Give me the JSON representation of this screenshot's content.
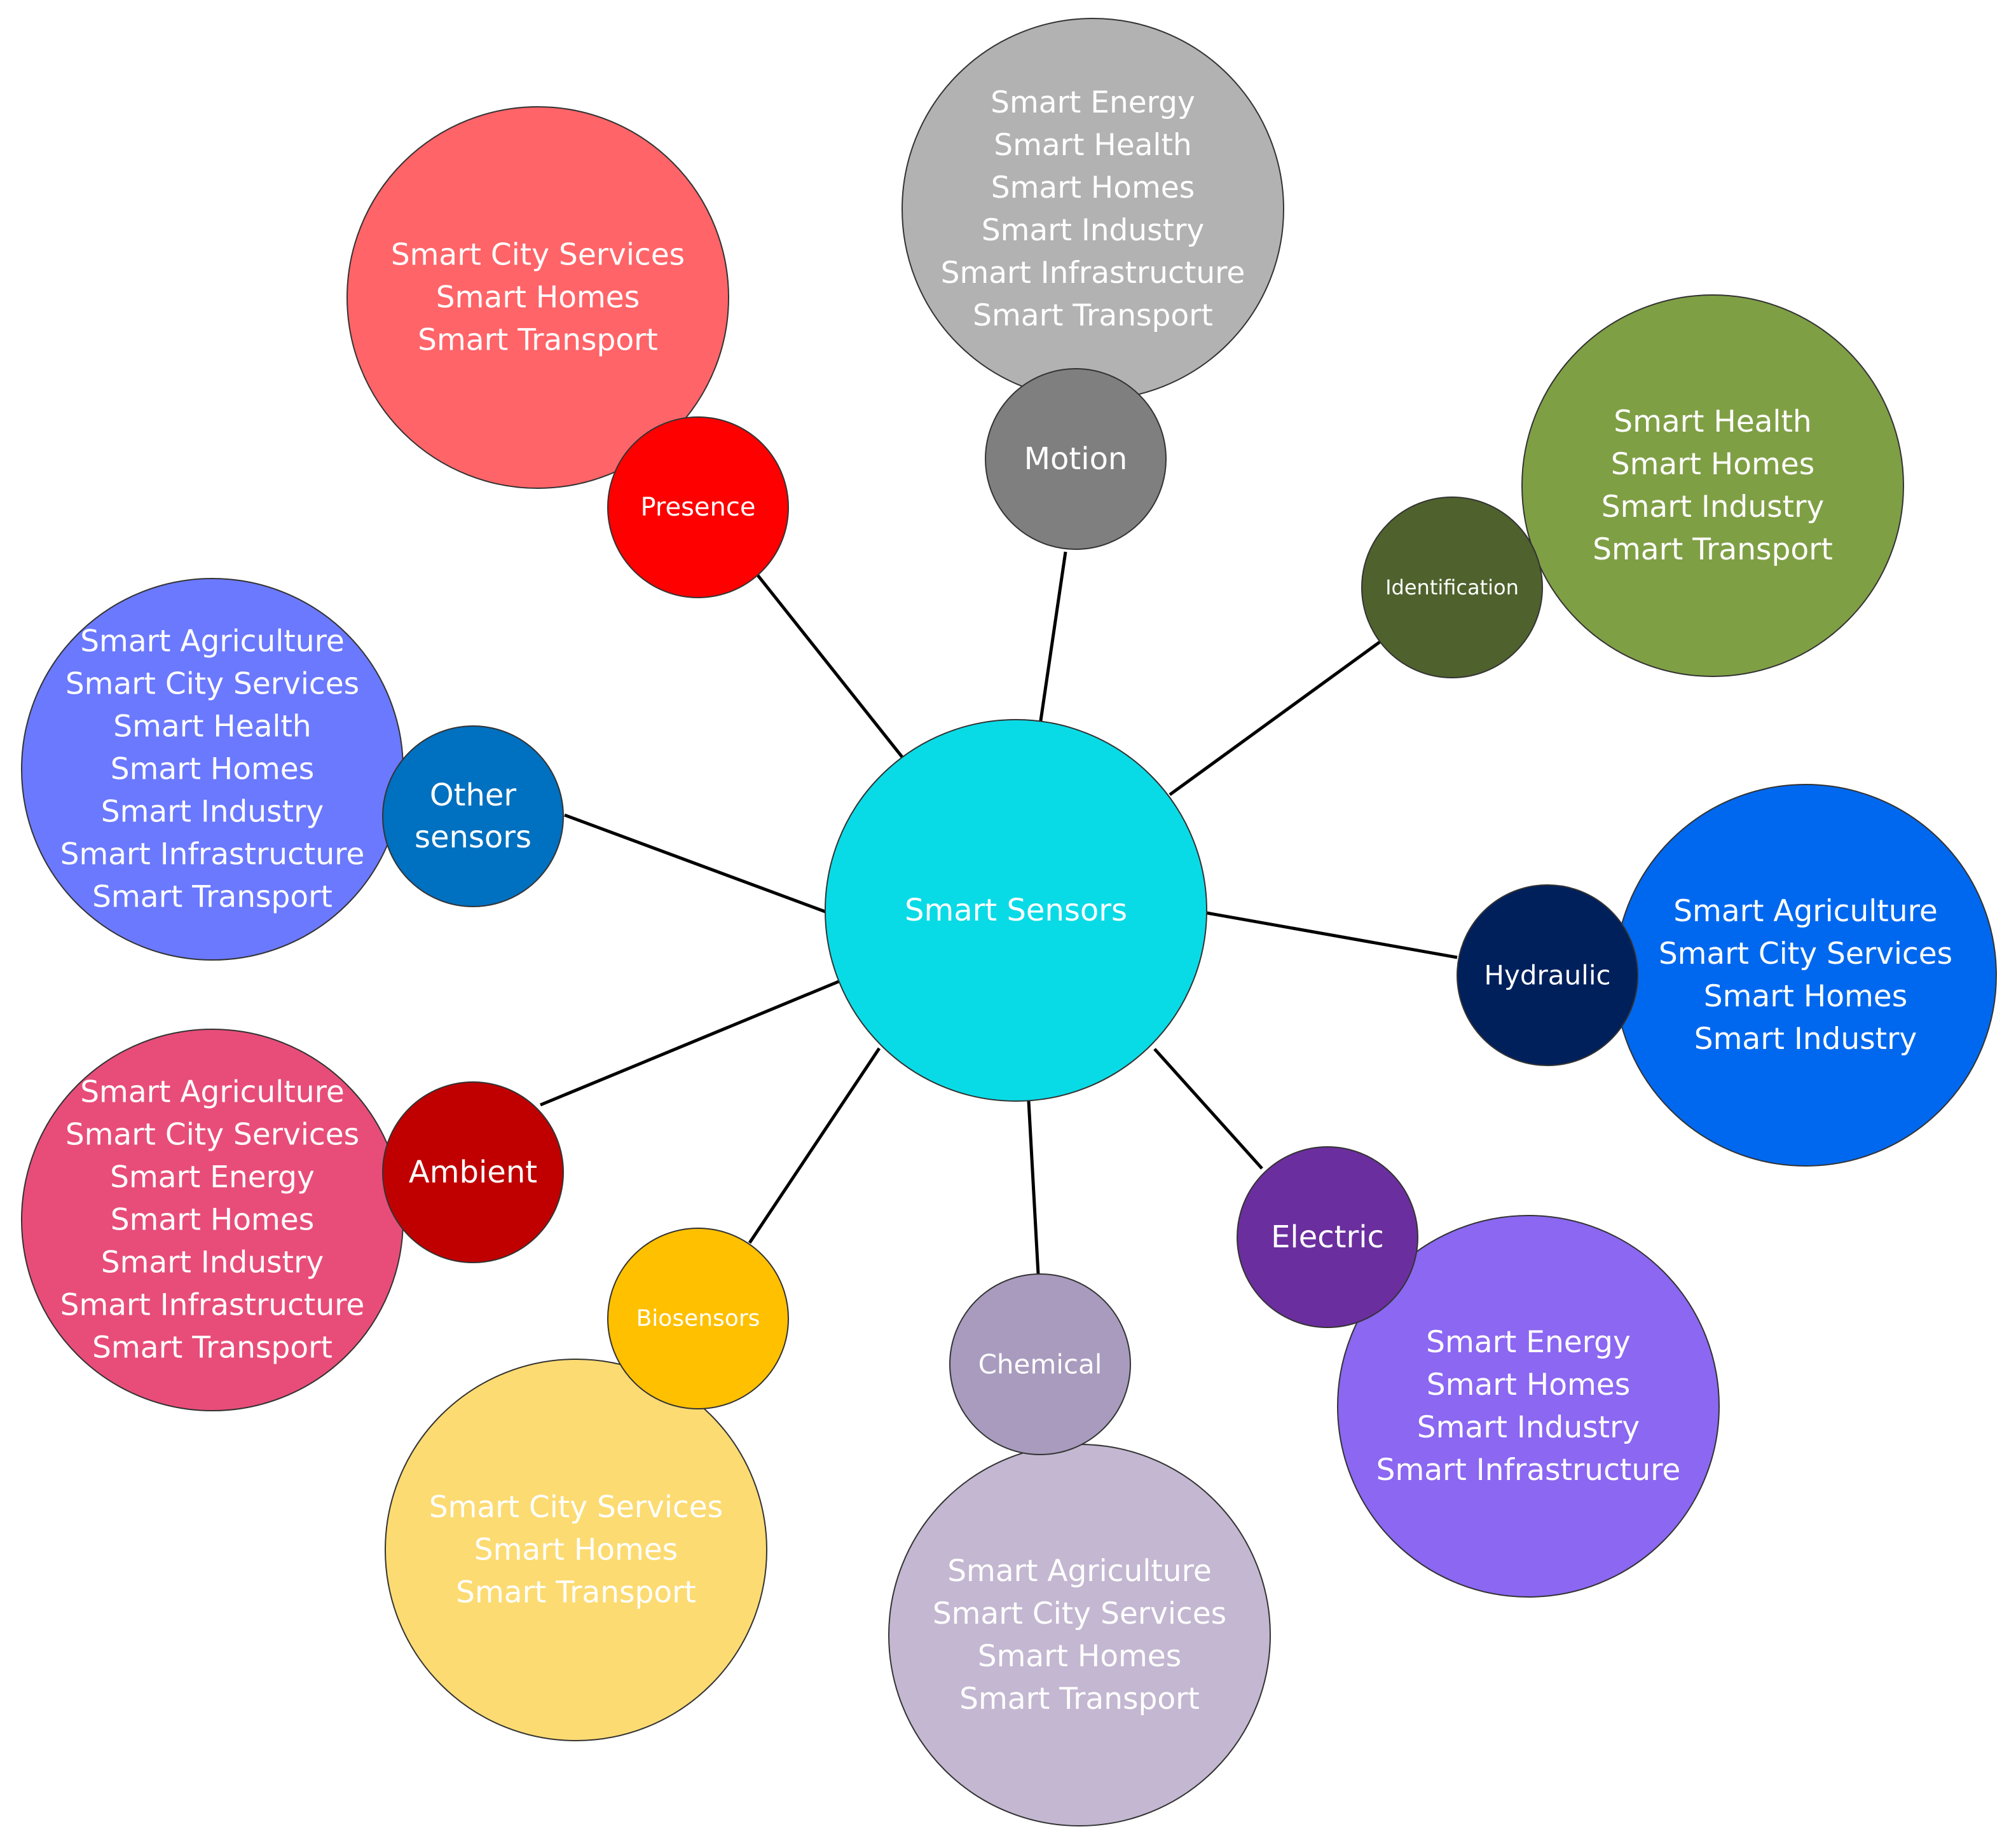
{
  "center": {
    "label": "Smart Sensors",
    "color": "#09DBE6"
  },
  "categories": [
    {
      "id": "motion",
      "label": "Motion",
      "color": "#7F7F7F",
      "bubble_color": "#B2B2B2",
      "applications": [
        "Smart Energy",
        "Smart Health",
        "Smart Homes",
        "Smart Industry",
        "Smart Infrastructure",
        "Smart Transport"
      ]
    },
    {
      "id": "identification",
      "label": "Identification",
      "color": "#4F622D",
      "bubble_color": "#7F9F45",
      "applications": [
        "Smart Health",
        "Smart Homes",
        "Smart Industry",
        "Smart Transport"
      ]
    },
    {
      "id": "hydraulic",
      "label": "Hydraulic",
      "color": "#00205C",
      "bubble_color": "#0068EF",
      "applications": [
        "Smart Agriculture",
        "Smart City Services",
        "Smart Homes",
        "Smart Industry"
      ]
    },
    {
      "id": "electric",
      "label": "Electric",
      "color": "#6B2E9E",
      "bubble_color": "#8B67F2",
      "applications": [
        "Smart Energy",
        "Smart Homes",
        "Smart Industry",
        "Smart Infrastructure"
      ]
    },
    {
      "id": "chemical",
      "label": "Chemical",
      "color": "#A89BBE",
      "bubble_color": "#C3B7D1",
      "applications": [
        "Smart Agriculture",
        "Smart City Services",
        "Smart Homes",
        "Smart Transport"
      ]
    },
    {
      "id": "biosensors",
      "label": "Biosensors",
      "color": "#FFC000",
      "bubble_color": "#FCDB72",
      "applications": [
        "Smart City Services",
        "Smart Homes",
        "Smart Transport"
      ]
    },
    {
      "id": "ambient",
      "label": "Ambient",
      "color": "#C00000",
      "bubble_color": "#E84D79",
      "applications": [
        "Smart Agriculture",
        "Smart City Services",
        "Smart Energy",
        "Smart Homes",
        "Smart Industry",
        "Smart Infrastructure",
        "Smart Transport"
      ]
    },
    {
      "id": "other-sensors",
      "label": "Other sensors",
      "color": "#0070C0",
      "bubble_color": "#6B79FE",
      "applications": [
        "Smart Agriculture",
        "Smart City Services",
        "Smart Health",
        "Smart Homes",
        "Smart Industry",
        "Smart Infrastructure",
        "Smart Transport"
      ]
    },
    {
      "id": "presence",
      "label": "Presence",
      "color": "#FF0000",
      "bubble_color": "#FF6468",
      "applications": [
        "Smart City Services",
        "Smart Homes",
        "Smart Transport"
      ]
    }
  ]
}
